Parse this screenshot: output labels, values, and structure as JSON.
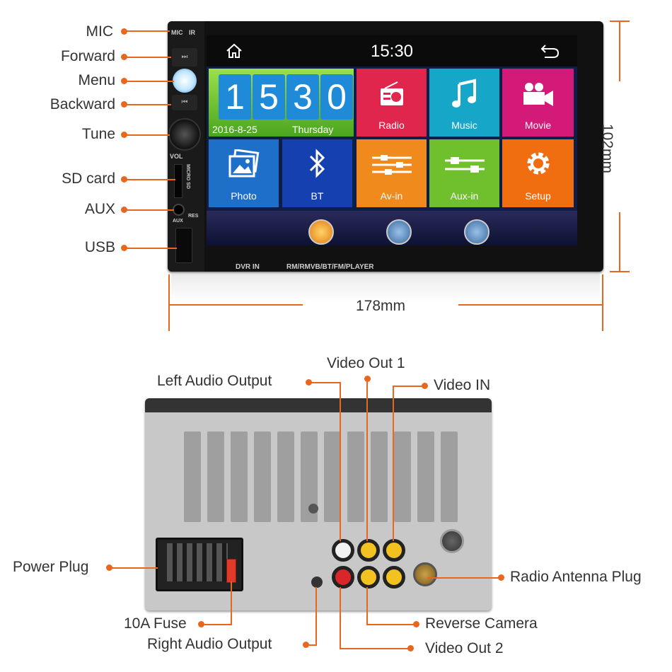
{
  "front_labels": {
    "mic": "MIC",
    "forward": "Forward",
    "menu": "Menu",
    "backward": "Backward",
    "tune": "Tune",
    "sd_card": "SD card",
    "aux": "AUX",
    "usb": "USB"
  },
  "dimensions": {
    "height": "102mm",
    "width": "178mm"
  },
  "screen": {
    "time": "15:30",
    "big_clock_digits": [
      "1",
      "5",
      "3",
      "0"
    ],
    "date": "2016-8-25",
    "weekday": "Thursday",
    "tiles": {
      "radio": "Radio",
      "music": "Music",
      "movie": "Movie",
      "photo": "Photo",
      "bt": "BT",
      "av_in": "Av-in",
      "aux_in": "Aux-in",
      "setup": "Setup"
    }
  },
  "bezel_text": {
    "mic": "MIC",
    "ir": "IR",
    "vol": "VOL",
    "micro_sd": "MICRO SD",
    "aux": "AUX",
    "res": "RES",
    "dvr_in": "DVR IN",
    "formats": "RM/RMVB/BT/FM/PLAYER"
  },
  "back_labels": {
    "left_audio_output": "Left Audio Output",
    "video_out_1": "Video Out 1",
    "video_in": "Video IN",
    "power_plug": "Power Plug",
    "radio_antenna_plug": "Radio Antenna Plug",
    "fuse": "10A Fuse",
    "reverse_camera": "Reverse Camera",
    "right_audio_output": "Right Audio Output",
    "video_out_2": "Video Out 2"
  },
  "colors": {
    "accent": "#e8661d",
    "tile_green": "#6fc02c",
    "tile_red": "#e0264d",
    "tile_cyan": "#16a6c8",
    "tile_magenta": "#d41a78",
    "tile_blue": "#1d6fc8",
    "tile_navy": "#1440b0",
    "tile_orange": "#f08a1c",
    "tile_orange2": "#f06e10"
  }
}
